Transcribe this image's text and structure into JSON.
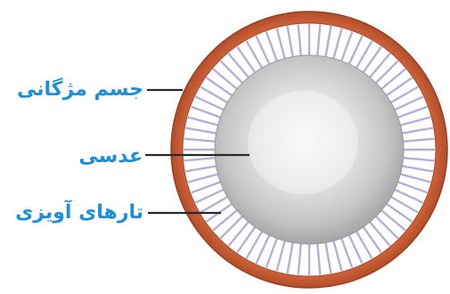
{
  "labels": {
    "ciliary_body": "جسم مژگانی",
    "lens": "عدسی",
    "suspensory_ligaments": "تارهای آویزی"
  },
  "colors": {
    "label_text": "#1c8fd8",
    "leader_line": "#2a2a2a",
    "ciliary_ring": "#c65a33",
    "ciliary_ring_dark": "#9a3f22",
    "ligament_fibers": "#b3b0d6",
    "lens_center": "#f5f5f5",
    "lens_edge": "#a9a9a9"
  }
}
